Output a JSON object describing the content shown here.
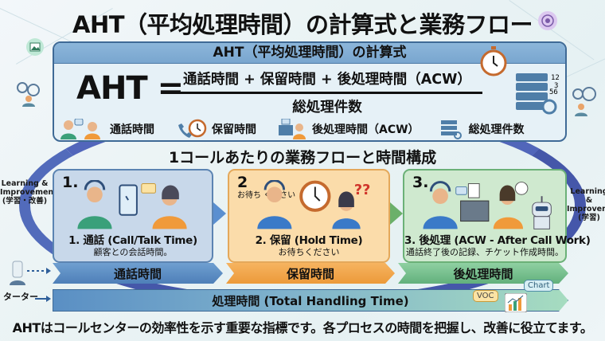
{
  "title": "AHT（平均処理時間）の計算式と業務フロー",
  "formula_panel": {
    "header": "AHT（平均処理時間）の計算式",
    "lhs": "AHT =",
    "numerator": "通話時間 + 保留時間 + 後処理時間（ACW）",
    "denominator": "総処理件数",
    "legend": [
      {
        "icon": "agent-customer-icon",
        "label": "通話時間"
      },
      {
        "icon": "phone-clock-icon",
        "label": "保留時間"
      },
      {
        "icon": "computer-agent-icon",
        "label": "後処理時間（ACW）"
      },
      {
        "icon": "server-stack-icon",
        "label": "総処理件数"
      }
    ]
  },
  "flow": {
    "title": "1コールあたりの業務フローと時間構成",
    "steps": [
      {
        "num": "1.",
        "label": "1. 通話 (Call/Talk Time)",
        "desc": "顧客との会話時間。",
        "band": "通話時間",
        "color": "#4e7fb8"
      },
      {
        "num": "2",
        "num_note": "お待ち ください",
        "label": "2. 保留 (Hold Time)",
        "desc": "お待ちください",
        "band": "保留時間",
        "color": "#ec9a3a"
      },
      {
        "num": "3.",
        "label": "3. 後処理 (ACW - After Call Work)",
        "desc": "通話終了後の記録、チケット作成時間。",
        "band": "後処理時間",
        "color": "#62b07c"
      }
    ],
    "total_band": "処理時間 (Total Handling Time)",
    "tags": {
      "voc": "VOC",
      "chart": "Chart"
    }
  },
  "side_labels": {
    "left": [
      "Learning &",
      "Improvement",
      "(学習・改善)"
    ],
    "right": [
      "Learning &",
      "Improvement",
      "(学習)"
    ],
    "data_label": "ターター"
  },
  "footer": "AHTはコールセンターの効率性を示す重要な指標です。各プロセスの時間を把握し、改善に役立てます。"
}
